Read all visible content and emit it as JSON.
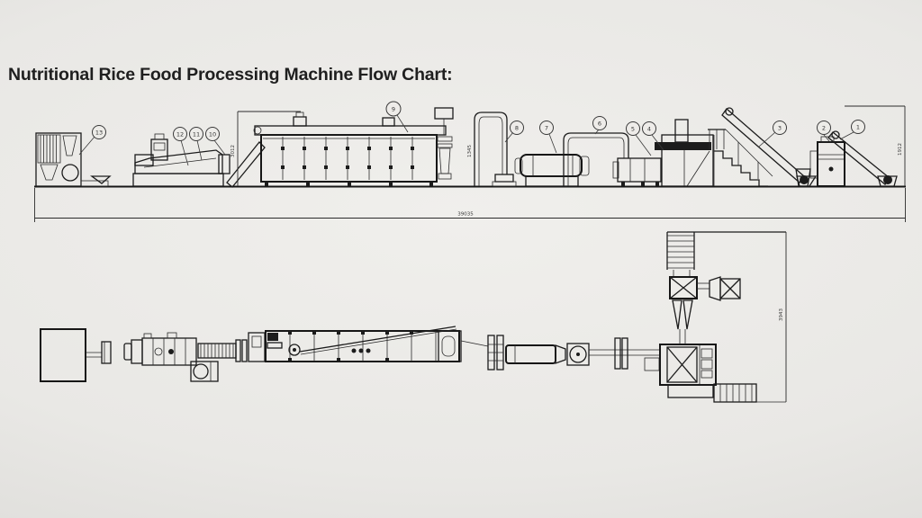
{
  "title": "Nutritional Rice Food Processing Machine Flow Chart:",
  "colors": {
    "background": "#e9e8e5",
    "ink": "#1c1c1c",
    "title_text": "#1f1f1f"
  },
  "top_view": {
    "balloons": {
      "b1": "1",
      "b2": "2",
      "b3": "3",
      "b4": "4",
      "b5": "5",
      "b6": "6",
      "b7": "7",
      "b8": "8",
      "b9": "9",
      "b10": "10",
      "b11": "11",
      "b12": "12",
      "b13": "13"
    },
    "dimensions": {
      "overall_length": "39035",
      "dryer_height": "3012",
      "pipe_height": "1345",
      "elevator_height": "1912"
    }
  },
  "plan_view": {
    "dimensions": {
      "plan_depth": "3943"
    }
  }
}
